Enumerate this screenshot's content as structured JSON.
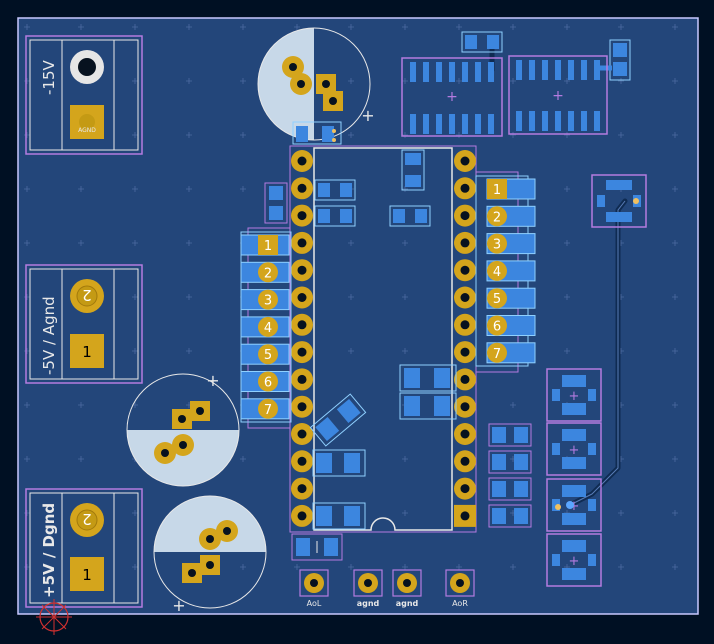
{
  "colors": {
    "background": "#001023",
    "board": "#23467a",
    "board_edge": "#c8c8ff",
    "pad_gold": "#d4a51c",
    "pad_dark": "#c49a14",
    "drill": "#07121f",
    "silk_purple": "#b47be0",
    "silk_cyan": "#8fd0ff",
    "pad_blue": "#5aa6ff",
    "smd_blue": "#3c86df",
    "trace": "#0f2b52",
    "cap_fill": "#c7d8e8",
    "text_white": "#e8e8e8"
  },
  "connectors": {
    "j_neg15": {
      "label": "-15V",
      "pin_label": "AGND"
    },
    "j_neg5": {
      "label": "-5V / Agnd",
      "pins": [
        "2",
        "1"
      ]
    },
    "j_pos5": {
      "label": "+5V / Dgnd",
      "pins": [
        "2",
        "1"
      ]
    }
  },
  "headers": {
    "left_pins": [
      "1",
      "2",
      "3",
      "4",
      "5",
      "6",
      "7"
    ],
    "right_pins": [
      "1",
      "2",
      "3",
      "4",
      "5",
      "6",
      "7"
    ]
  },
  "test_points": [
    "AoL",
    "agnd",
    "agnd",
    "AoR"
  ],
  "icons": {
    "origin_marker": "crosshair-circle-icon"
  }
}
